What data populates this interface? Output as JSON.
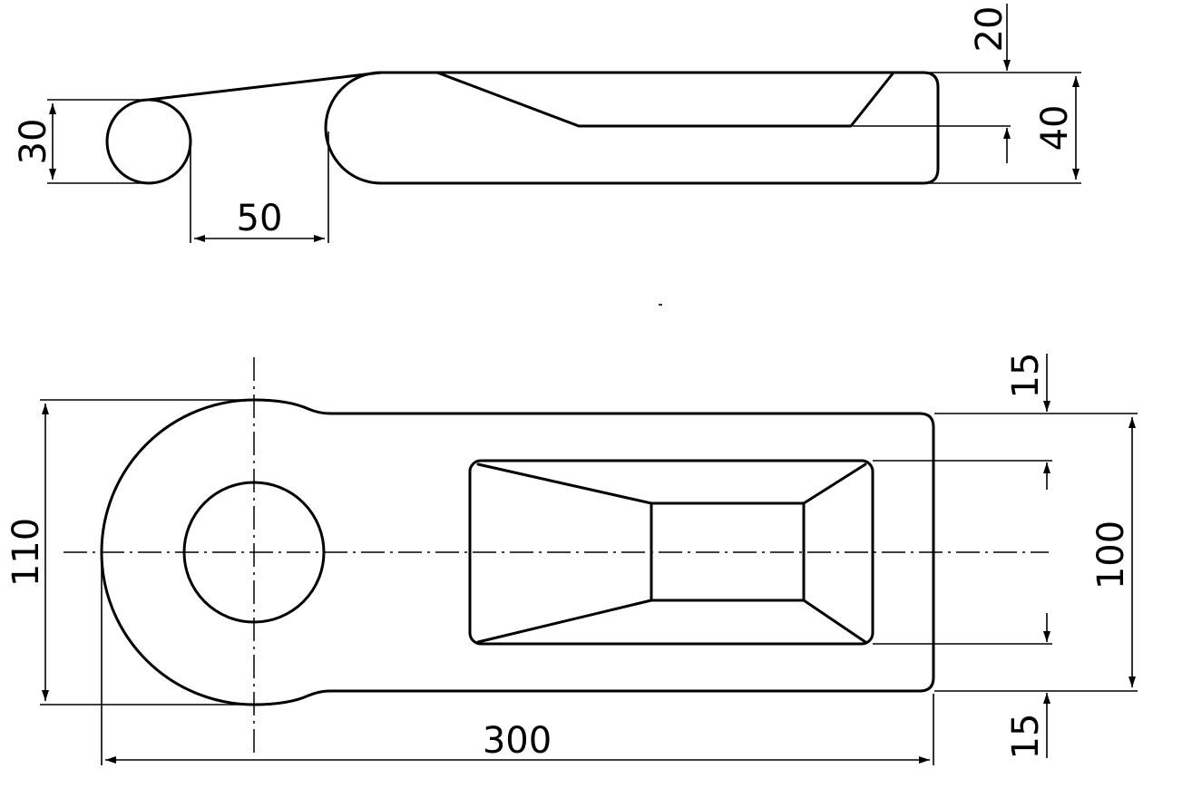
{
  "side_view": {
    "dims": {
      "rod_diameter": "30",
      "gap_length": "50",
      "recess_depth": "20",
      "total_thickness": "40"
    }
  },
  "plan_view": {
    "dims": {
      "overall_width": "110",
      "overall_length": "300",
      "body_width": "100",
      "rim_top": "15",
      "rim_bottom": "15"
    }
  }
}
